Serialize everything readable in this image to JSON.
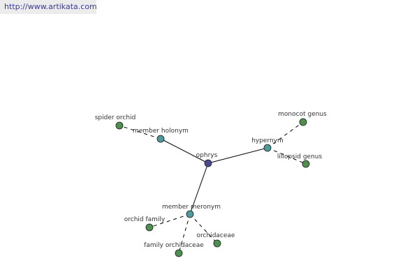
{
  "header": {
    "url": "http://www.artikata.com"
  },
  "colors": {
    "center_node": "#4a4a8c",
    "relation_node": "#4f9a9a",
    "leaf_node": "#4f8f4f",
    "edge": "#000000"
  },
  "graph": {
    "nodes": [
      {
        "id": "ophrys",
        "label": "ophrys",
        "kind": "center"
      },
      {
        "id": "member_holonym",
        "label": "member holonym",
        "kind": "relation"
      },
      {
        "id": "hypernym",
        "label": "hypernym",
        "kind": "relation"
      },
      {
        "id": "member_meronym",
        "label": "member meronym",
        "kind": "relation"
      },
      {
        "id": "spider_orchid",
        "label": "spider orchid",
        "kind": "leaf"
      },
      {
        "id": "monocot_genus",
        "label": "monocot genus",
        "kind": "leaf"
      },
      {
        "id": "liliopsid_genus",
        "label": "liliopsid genus",
        "kind": "leaf"
      },
      {
        "id": "orchid_family",
        "label": "orchid family",
        "kind": "leaf"
      },
      {
        "id": "family_orchidaceae",
        "label": "family orchidaceae",
        "kind": "leaf"
      },
      {
        "id": "orchidaceae",
        "label": "orchidaceae",
        "kind": "leaf"
      }
    ],
    "edges": [
      {
        "from": "ophrys",
        "to": "member_holonym",
        "style": "solid"
      },
      {
        "from": "ophrys",
        "to": "hypernym",
        "style": "solid"
      },
      {
        "from": "ophrys",
        "to": "member_meronym",
        "style": "solid"
      },
      {
        "from": "member_holonym",
        "to": "spider_orchid",
        "style": "dashed"
      },
      {
        "from": "hypernym",
        "to": "monocot_genus",
        "style": "dashed"
      },
      {
        "from": "hypernym",
        "to": "liliopsid_genus",
        "style": "dashed"
      },
      {
        "from": "member_meronym",
        "to": "orchid_family",
        "style": "dashed"
      },
      {
        "from": "member_meronym",
        "to": "family_orchidaceae",
        "style": "dashed"
      },
      {
        "from": "member_meronym",
        "to": "orchidaceae",
        "style": "dashed"
      }
    ]
  }
}
